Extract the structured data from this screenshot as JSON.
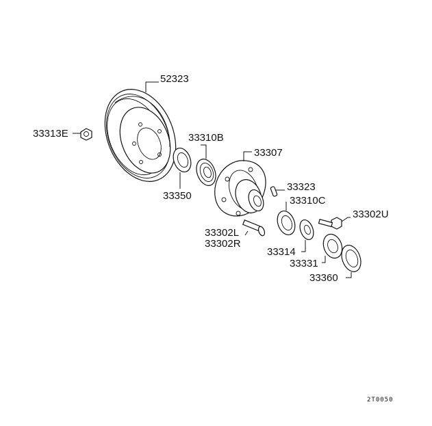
{
  "parts": {
    "drum": "52323",
    "nut": "33313E",
    "inner_bearing": "33310B",
    "seal_inner": "33350",
    "hub": "33307",
    "pin": "33323",
    "outer_bearing": "33310C",
    "bolt_right": "33302U",
    "hub_bolt_l": "33302L",
    "hub_bolt_r": "33302R",
    "washer": "33314",
    "gasket": "33331",
    "cap": "33360"
  },
  "drawing_code": "2T0050"
}
